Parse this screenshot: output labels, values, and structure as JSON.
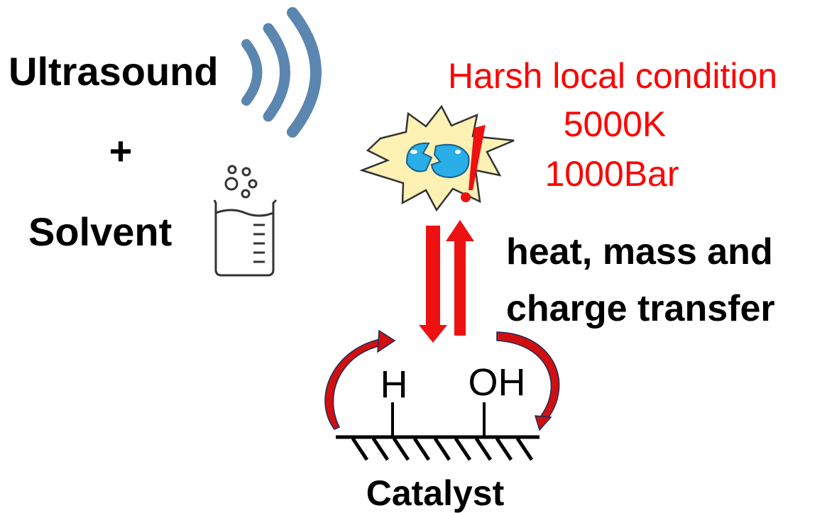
{
  "labels": {
    "ultrasound": "Ultrasound",
    "plus": "+",
    "solvent": "Solvent",
    "harsh_title": "Harsh local condition",
    "temperature": "5000K",
    "pressure": "1000Bar",
    "transfer_line1": "heat, mass and",
    "transfer_line2": "charge transfer",
    "h_group": "H",
    "oh_group": "OH",
    "catalyst": "Catalyst",
    "exclamation": "!"
  },
  "icons": {
    "sound_waves": "sound-waves-icon",
    "beaker": "beaker-icon",
    "bubbles": "bubbles-icon",
    "bubble_burst": "bubble-collapse-icon",
    "exchange_arrows": "bidirectional-arrows-icon",
    "catalyst_surface": "catalyst-surface-icon"
  },
  "colors": {
    "text": "#000000",
    "harsh": "#ff0000",
    "arrow_red": "#ee1111",
    "wave_blue": "#5b86b0",
    "burst_fill": "#fdf1b4",
    "bubble_blue": "#2aaee8",
    "curve_red": "#d01010",
    "curve_edge": "#1e2a55"
  }
}
